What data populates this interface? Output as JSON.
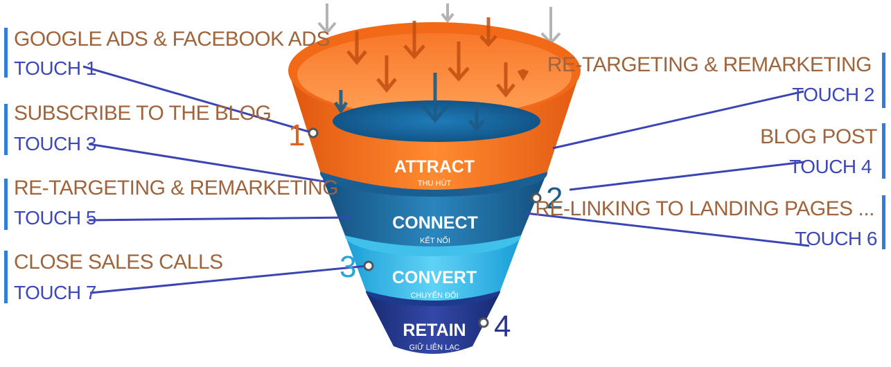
{
  "stages": [
    {
      "title": "ATTRACT",
      "subtitle": "THU HÚT",
      "number": "1",
      "number_color": "#e0621c"
    },
    {
      "title": "CONNECT",
      "subtitle": "KẾT NỐI",
      "number": "2",
      "number_color": "#1f5c8c"
    },
    {
      "title": "CONVERT",
      "subtitle": "CHUYỂN ĐỔI",
      "number": "3",
      "number_color": "#27a3dd"
    },
    {
      "title": "RETAIN",
      "subtitle": "GIỮ LIÊN LẠC",
      "number": "4",
      "number_color": "#2a3590"
    }
  ],
  "touchpoints": [
    {
      "heading": "GOOGLE ADS & FACEBOOK ADS",
      "touch": "TOUCH 1"
    },
    {
      "heading": "RE-TARGETING & REMARKETING",
      "touch": "TOUCH 2"
    },
    {
      "heading": "SUBSCRIBE TO THE BLOG",
      "touch": "TOUCH 3"
    },
    {
      "heading": "BLOG POST",
      "touch": "TOUCH 4"
    },
    {
      "heading": "RE-TARGETING & REMARKETING",
      "touch": "TOUCH 5"
    },
    {
      "heading": "RE-LINKING TO LANDING PAGES ...",
      "touch": "TOUCH 6"
    },
    {
      "heading": "CLOSE SALES CALLS",
      "touch": "TOUCH 7"
    }
  ],
  "colors": {
    "attract": "#f0711e",
    "connect": "#1d6fa0",
    "convert": "#2bb8e8",
    "retain": "#23368c",
    "heading_text": "#a0643c",
    "touch_text": "#3d48b8",
    "left_bar": "#2f7fd6"
  }
}
